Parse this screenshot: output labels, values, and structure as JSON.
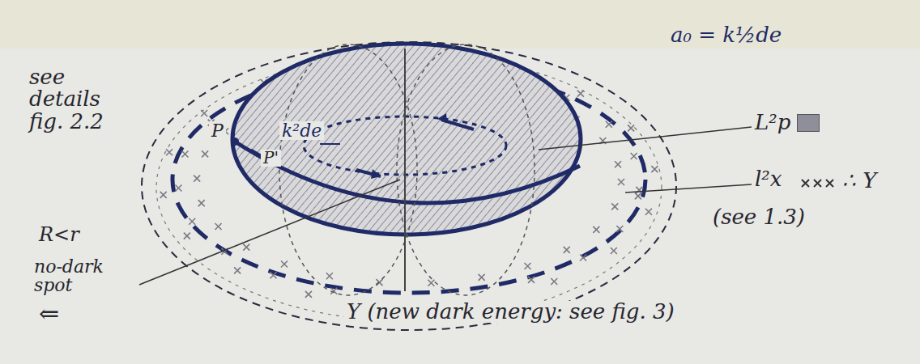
{
  "diagram": {
    "labels": [
      "see details fig. 2.2",
      "P",
      "P'",
      "k²de",
      "a₀ = k½de",
      "∴ Y",
      "(see 1.3)",
      "R<r",
      "no-dark spot",
      "⇐",
      "Y (new dark energy: see fig. 3)"
    ],
    "legend": [
      {
        "text": "L²p",
        "color": "#8f8f9c"
      },
      {
        "text": "l²x"
      }
    ]
  }
}
